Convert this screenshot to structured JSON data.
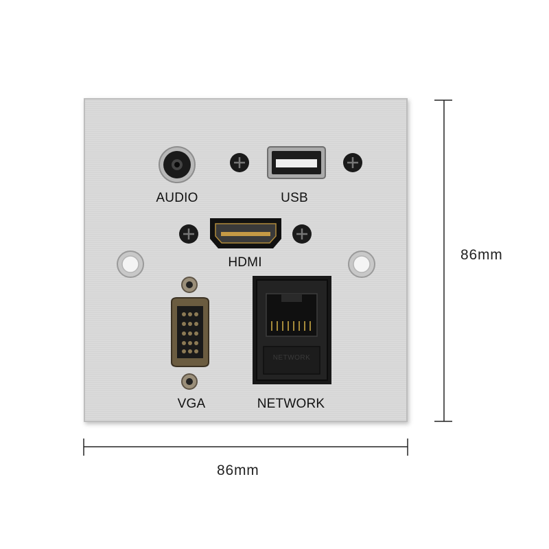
{
  "labels": {
    "audio": "AUDIO",
    "usb": "USB",
    "hdmi": "HDMI",
    "vga": "VGA",
    "network": "NETWORK",
    "network_inner": "NETWORK"
  },
  "dimensions": {
    "height": "86mm",
    "width": "86mm"
  },
  "colors": {
    "plate": "#d6d6d6",
    "port_black": "#151515",
    "dimension_line": "#222222"
  },
  "icons": [
    "audio-jack-icon",
    "usb-port-icon",
    "hdmi-port-icon",
    "vga-port-icon",
    "rj45-port-icon",
    "screw-icon",
    "mounting-hole-icon"
  ]
}
